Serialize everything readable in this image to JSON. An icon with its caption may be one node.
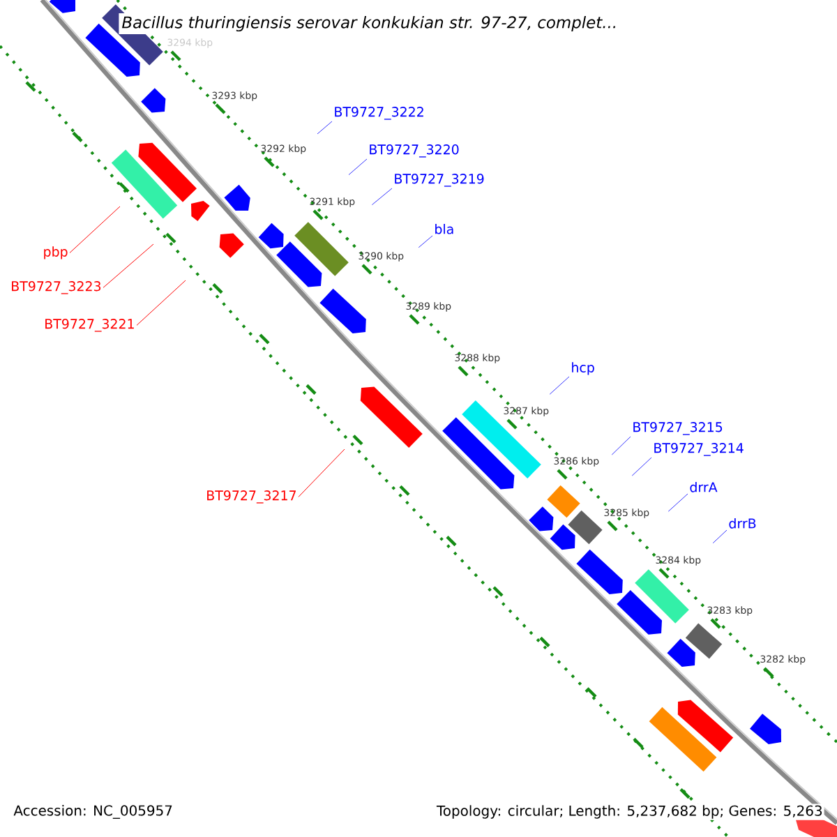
{
  "diagram": {
    "title": "Bacillus thuringiensis serovar konkukian str. 97-27, complet...",
    "nodes": [
      {
        "text": [
          "BT9727_3222"
        ]
      },
      {
        "text": [
          "BT9727_3220"
        ]
      },
      {
        "text": [
          "BT9727_3219"
        ]
      },
      {
        "text": [
          "bla"
        ]
      },
      {
        "text": [
          "pbp"
        ]
      },
      {
        "text": [
          "BT9727_3223"
        ]
      },
      {
        "text": [
          "BT9727_3221"
        ]
      },
      {
        "text": [
          "hcp"
        ]
      },
      {
        "text": [
          "BT9727_3215"
        ]
      },
      {
        "text": [
          "BT9727_3214"
        ]
      },
      {
        "text": [
          "drrA"
        ]
      },
      {
        "text": [
          "BT9727_3217"
        ]
      },
      {
        "text": [
          "drrB"
        ]
      }
    ],
    "edges": [
      {
        "from": 0,
        "to": null,
        "arrow": "none"
      },
      {
        "from": 1,
        "to": null,
        "arrow": "none"
      },
      {
        "from": 2,
        "to": null,
        "arrow": "none"
      },
      {
        "from": 3,
        "to": null,
        "arrow": "none"
      },
      {
        "from": 4,
        "to": null,
        "arrow": "none",
        "color": "#ff0000"
      },
      {
        "from": 5,
        "to": null,
        "arrow": "none",
        "color": "#ff0000"
      },
      {
        "from": 6,
        "to": null,
        "arrow": "none",
        "color": "#ff0000"
      },
      {
        "from": 7,
        "to": null,
        "arrow": "none"
      },
      {
        "from": 8,
        "to": null,
        "arrow": "none"
      },
      {
        "from": 9,
        "to": null,
        "arrow": "none"
      },
      {
        "from": 10,
        "to": null,
        "arrow": "none"
      },
      {
        "from": 11,
        "to": null,
        "arrow": "none",
        "color": "#ff0000"
      },
      {
        "from": 12,
        "to": null,
        "arrow": "none"
      }
    ],
    "labels": [
      "3294 kbp",
      "3293 kbp",
      "3292 kbp",
      "3291 kbp",
      "3290 kbp",
      "3289 kbp",
      "3288 kbp",
      "3287 kbp",
      "3286 kbp",
      "3285 kbp",
      "3284 kbp",
      "3283 kbp",
      "3282 kbp",
      "Accession: NC_005957",
      "Topology: circular; Length: 5,237,682 bp; Genes: 5,263"
    ]
  }
}
